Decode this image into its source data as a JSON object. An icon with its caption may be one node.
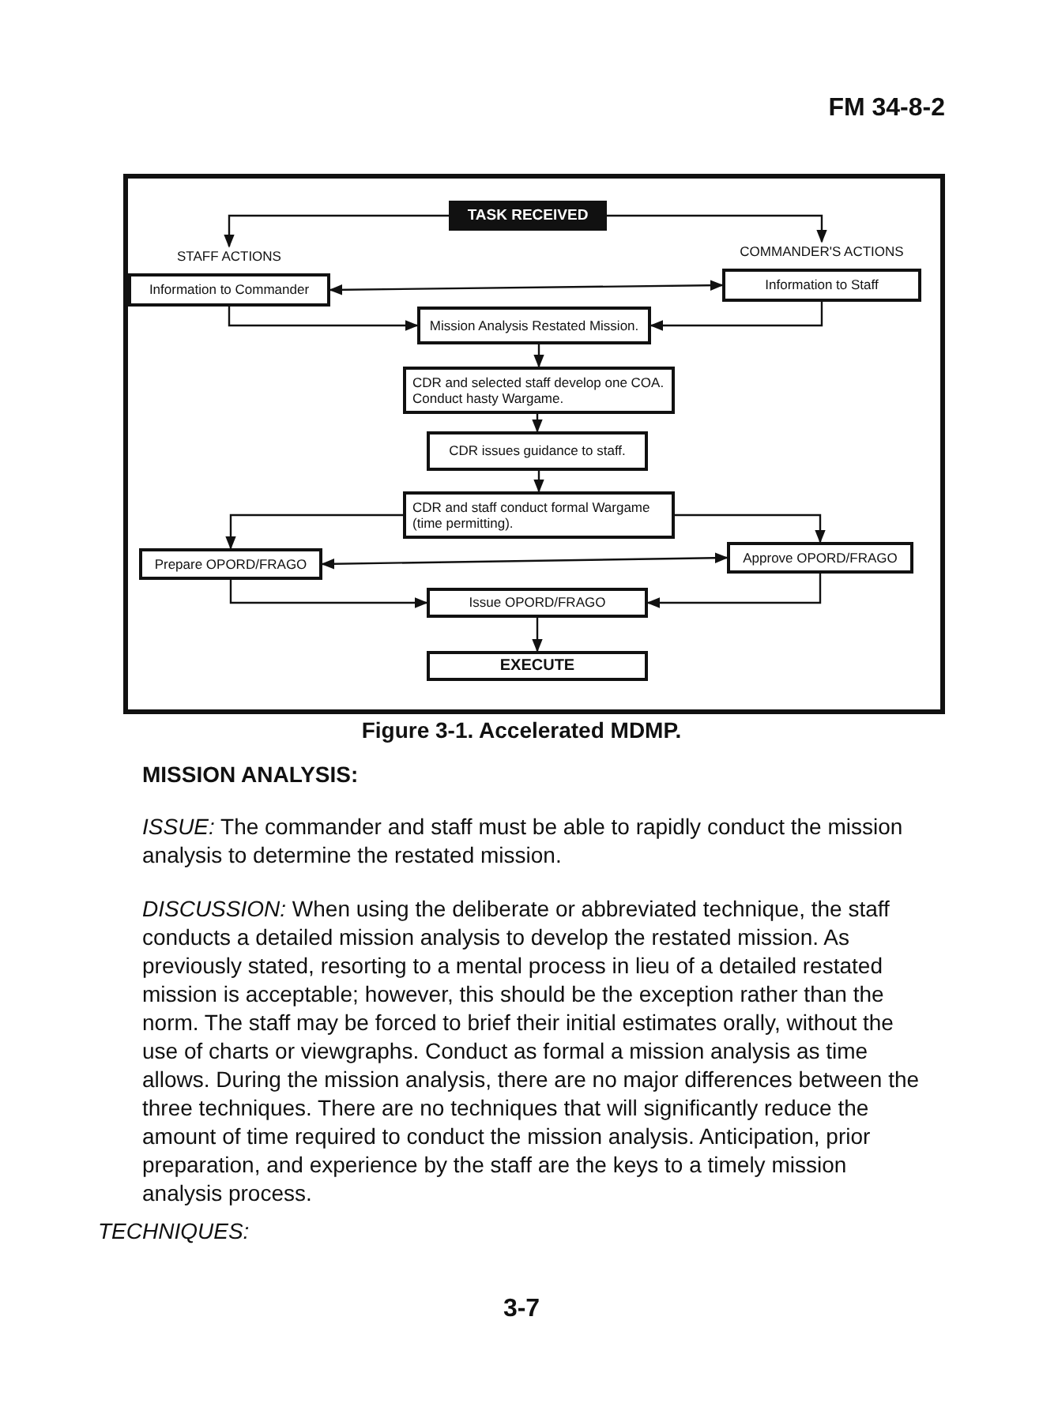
{
  "diagram": {
    "caption": "Figure 3-1. Accelerated MDMP.",
    "nodes": [
      {
        "text": [
          "TASK RECEIVED"
        ]
      },
      {
        "text": [
          "STAFF ACTIONS",
          "Information to Commander"
        ]
      },
      {
        "text": [
          "COMMANDER'S ACTIONS",
          "Information to Staff"
        ]
      },
      {
        "text": [
          "Mission Analysis Restated Mission."
        ]
      },
      {
        "text": [
          "CDR and selected staff develop one COA. Conduct hasty Wargame."
        ]
      },
      {
        "text": [
          "CDR issues guidance to staff."
        ]
      },
      {
        "text": [
          "CDR and staff conduct formal Wargame (time permitting)."
        ]
      },
      {
        "text": [
          "Prepare OPORD/FRAGO"
        ]
      },
      {
        "text": [
          "Approve OPORD/FRAGO"
        ]
      },
      {
        "text": [
          "Issue OPORD/FRAGO"
        ]
      },
      {
        "text": [
          "EXECUTE"
        ]
      }
    ],
    "edges": [
      {
        "from": 0,
        "to": 1,
        "arrow": "to"
      },
      {
        "from": 0,
        "to": 2,
        "arrow": "to"
      },
      {
        "from": 1,
        "to": 2,
        "arrow": "both"
      },
      {
        "from": 1,
        "to": 3,
        "arrow": "to"
      },
      {
        "from": 2,
        "to": 3,
        "arrow": "to"
      },
      {
        "from": 3,
        "to": 4,
        "arrow": "to"
      },
      {
        "from": 4,
        "to": 5,
        "arrow": "to"
      },
      {
        "from": 5,
        "to": 6,
        "arrow": "to"
      },
      {
        "from": 6,
        "to": 7,
        "arrow": "to"
      },
      {
        "from": 6,
        "to": 8,
        "arrow": "to"
      },
      {
        "from": 7,
        "to": 8,
        "arrow": "both"
      },
      {
        "from": 7,
        "to": 9,
        "arrow": "to"
      },
      {
        "from": 8,
        "to": 9,
        "arrow": "to"
      },
      {
        "from": 9,
        "to": 10,
        "arrow": "to"
      }
    ],
    "labels": [
      "FM 34-8-2",
      "MISSION ANALYSIS:",
      "*ISSUE:* The commander and staff must be able to rapidly conduct the mission analysis to determine the restated mission.",
      "*DISCUSSION:* When using the deliberate or abbreviated technique, the staff conducts a detailed mission analysis to develop the restated mission. As previously stated, resorting to a mental process in lieu of a detailed restated mission is acceptable; however, this should be the exception rather than the norm. The staff may be forced to brief their initial estimates orally, without the use of charts or viewgraphs. Conduct as formal a mission analysis as time allows. During the mission analysis, there are no major differences between the three techniques. There are no techniques that will significantly reduce the amount of time required to conduct the mission analysis. Anticipation, prior preparation, and experience by the staff are the keys to a timely mission analysis process.",
      "TECHNIQUES:",
      "3-7"
    ]
  }
}
